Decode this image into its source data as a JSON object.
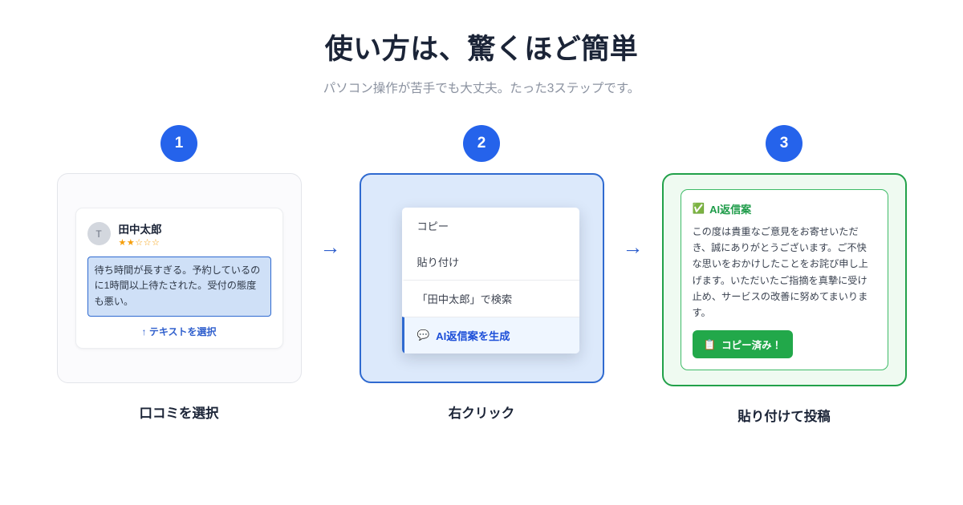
{
  "header": {
    "title": "使い方は、驚くほど簡単",
    "subtitle": "パソコン操作が苦手でも大丈夫。たった3ステップです。"
  },
  "colors": {
    "badge_blue": "#2563eb",
    "arrow_blue": "#2f5fcd",
    "card2_border": "#2f6ad0",
    "card2_bg": "#dce9fb",
    "card3_border": "#22a14a",
    "card3_bg": "#effaf1",
    "green_button": "#22a84a",
    "star_orange": "#f59e0b",
    "selection_blue": "#cfe0f7"
  },
  "arrows": {
    "first": "→",
    "second": "→"
  },
  "steps": [
    {
      "number": "1",
      "label": "口コミを選択",
      "review": {
        "avatar_initial": "T",
        "reviewer_name": "田中太郎",
        "rating": 2,
        "rating_max": 5,
        "stars_display": "★★☆☆☆",
        "review_text": "待ち時間が長すぎる。予約しているのに1時間以上待たされた。受付の態度も悪い。",
        "select_hint": "↑ テキストを選択"
      }
    },
    {
      "number": "2",
      "label": "右クリック",
      "menu": {
        "items": [
          {
            "text": "コピー",
            "active": false,
            "separator_above": false,
            "icon": ""
          },
          {
            "text": "貼り付け",
            "active": false,
            "separator_above": false,
            "icon": ""
          },
          {
            "text": "「田中太郎」で検索",
            "active": false,
            "separator_above": true,
            "icon": ""
          },
          {
            "text": "AI返信案を生成",
            "active": true,
            "separator_above": true,
            "icon": "💬"
          }
        ]
      }
    },
    {
      "number": "3",
      "label": "貼り付けて投稿",
      "reply": {
        "check_icon": "✅",
        "heading": "AI返信案",
        "body": "この度は貴重なご意見をお寄せいただき、誠にありがとうございます。ご不快な思いをおかけしたことをお詫び申し上げます。いただいたご指摘を真摯に受け止め、サービスの改善に努めてまいります。",
        "copy_button": {
          "icon": "📋",
          "label": "コピー済み！"
        }
      }
    }
  ]
}
